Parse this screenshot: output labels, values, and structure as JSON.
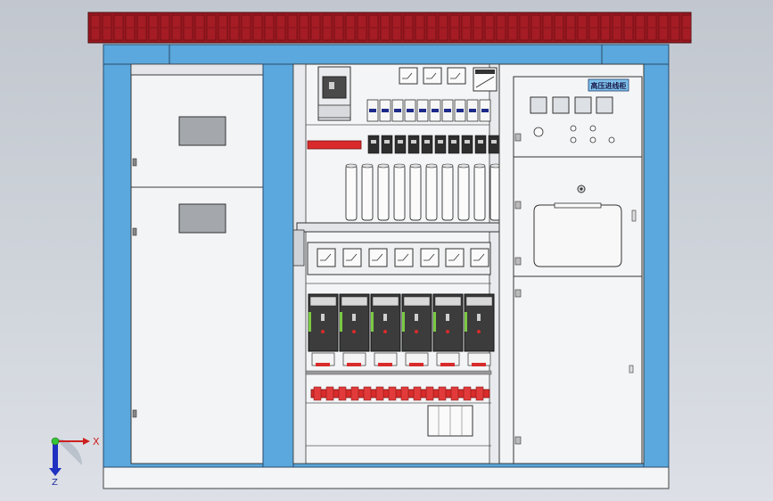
{
  "panel": {
    "label": "高压进线柜"
  },
  "axes": {
    "x_label": "X",
    "z_label": "Z"
  },
  "colors": {
    "background": "#c9ced6",
    "roof": "#9b1820",
    "frame_blue": "#5aa8dd",
    "cabinet": "#f2f4f6",
    "outline": "#3a3a3a",
    "accent_red": "#d92b2b",
    "module_dark": "#3c3c3c",
    "module_green": "#7ac943"
  }
}
